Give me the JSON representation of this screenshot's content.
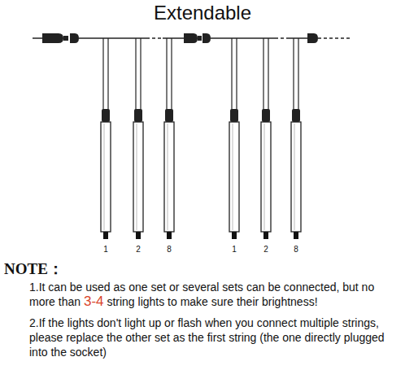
{
  "diagram": {
    "title": "Extendable",
    "labels": [
      "1",
      "2",
      "8",
      "1",
      "2",
      "8",
      "NOTE：",
      "1.It can be used as one set or several sets can be connected, but no more than",
      "3-4",
      "string lights to make sure their brightness!",
      "2.If the lights don't light up or flash when you connect multiple strings, please replace the other set as the first string (the one directly plugged into the socket)"
    ]
  }
}
